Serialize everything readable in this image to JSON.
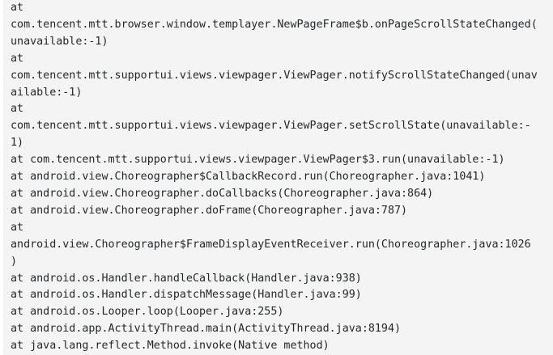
{
  "colors": {
    "code_background": "#f4f4f4",
    "code_text": "#242729",
    "page_background": "#ffffff"
  },
  "code_block": {
    "content_type": "java-stack-trace",
    "lines": [
      "at",
      "com.tencent.mtt.browser.window.templayer.NewPageFrame$b.onPageScrollStateChanged(",
      "unavailable:-1)",
      "at",
      "com.tencent.mtt.supportui.views.viewpager.ViewPager.notifyScrollStateChanged(unav",
      "ailable:-1)",
      "at",
      "com.tencent.mtt.supportui.views.viewpager.ViewPager.setScrollState(unavailable:-",
      "1)",
      "at com.tencent.mtt.supportui.views.viewpager.ViewPager$3.run(unavailable:-1)",
      "at android.view.Choreographer$CallbackRecord.run(Choreographer.java:1041)",
      "at android.view.Choreographer.doCallbacks(Choreographer.java:864)",
      "at android.view.Choreographer.doFrame(Choreographer.java:787)",
      "at",
      "android.view.Choreographer$FrameDisplayEventReceiver.run(Choreographer.java:1026",
      ")",
      "at android.os.Handler.handleCallback(Handler.java:938)",
      "at android.os.Handler.dispatchMessage(Handler.java:99)",
      "at android.os.Looper.loop(Looper.java:255)",
      "at android.app.ActivityThread.main(ActivityThread.java:8194)",
      "at java.lang.reflect.Method.invoke(Native method)"
    ]
  }
}
